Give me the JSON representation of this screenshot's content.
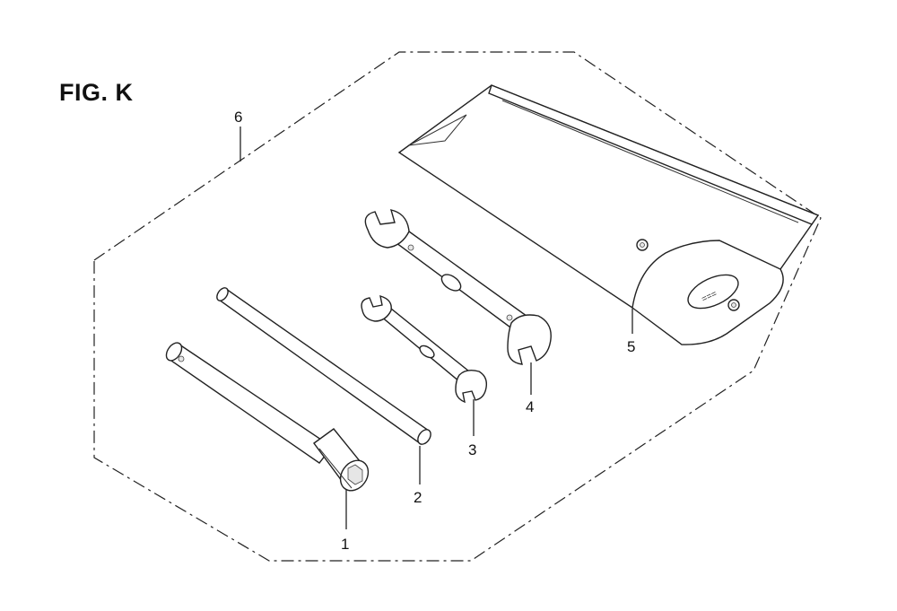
{
  "figure": {
    "title": "FIG. K"
  },
  "callouts": [
    {
      "id": "1",
      "label": "1"
    },
    {
      "id": "2",
      "label": "2"
    },
    {
      "id": "3",
      "label": "3"
    },
    {
      "id": "4",
      "label": "4"
    },
    {
      "id": "5",
      "label": "5"
    },
    {
      "id": "6",
      "label": "6"
    }
  ],
  "parts": [
    {
      "id": "1",
      "icon": "plug-wrench-icon"
    },
    {
      "id": "2",
      "icon": "handle-bar-icon"
    },
    {
      "id": "3",
      "icon": "small-open-end-wrench-icon"
    },
    {
      "id": "4",
      "icon": "large-open-end-wrench-icon"
    },
    {
      "id": "5",
      "icon": "tool-bag-icon"
    },
    {
      "id": "6",
      "icon": "tool-set-outline-icon"
    }
  ]
}
